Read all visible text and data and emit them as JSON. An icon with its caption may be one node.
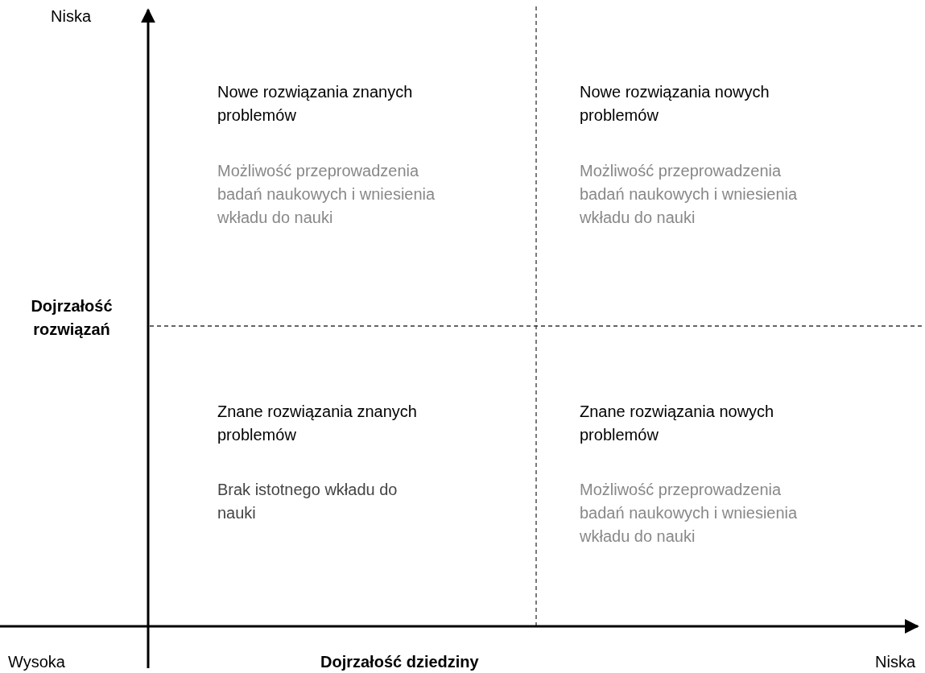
{
  "diagram": {
    "labels": [
      "Niska",
      "Nowe rozwiązania znanych problemów",
      "Nowe rozwiązania nowych problemów",
      "Możliwość przeprowadzenia badań naukowych i wniesienia wkładu do nauki",
      "Możliwość przeprowadzenia badań naukowych i wniesienia wkładu do nauki",
      "Dojrzałość rozwiązań",
      "Znane rozwiązania znanych problemów",
      "Znane rozwiązania nowych problemów",
      "Brak istotnego wkładu do nauki",
      "Możliwość przeprowadzenia badań naukowych i wniesienia wkładu do nauki",
      "Wysoka",
      "Dojrzałość dziedziny",
      "Niska"
    ]
  }
}
